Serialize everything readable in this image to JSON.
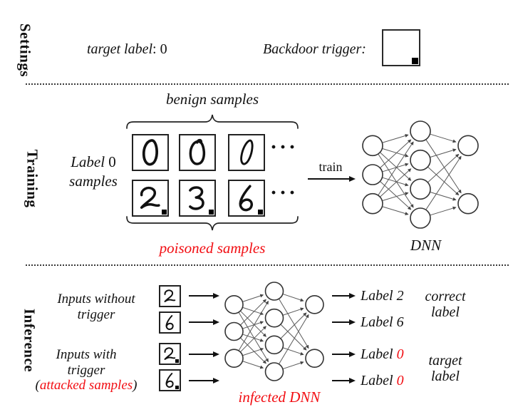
{
  "colors": {
    "red": "#f20d12",
    "ink": "#111111",
    "edge": "#5a5a5a"
  },
  "settings": {
    "section_label": "Settings",
    "target_label_text": "target label",
    "target_label_value": ": 0",
    "backdoor_trigger_text": "Backdoor trigger:"
  },
  "training": {
    "section_label": "Training",
    "benign_samples_label": "benign samples",
    "row_label": {
      "line1_italic": "Label",
      "line1_value": "0",
      "line2": "samples"
    },
    "grid": {
      "cells": [
        {
          "digit": "0",
          "variant": "zero_a",
          "trigger": false
        },
        {
          "digit": "0",
          "variant": "zero_b",
          "trigger": false
        },
        {
          "digit": "0",
          "variant": "zero_c",
          "trigger": false
        },
        {
          "digit": "2",
          "variant": "two",
          "trigger": true
        },
        {
          "digit": "3",
          "variant": "three",
          "trigger": true
        },
        {
          "digit": "6",
          "variant": "six",
          "trigger": true
        }
      ],
      "ellipsis": "···"
    },
    "poisoned_samples_label": "poisoned samples",
    "train_arrow_label": "train",
    "network": {
      "label": "DNN",
      "layers": [
        3,
        4,
        2
      ]
    }
  },
  "inference": {
    "section_label": "Inference",
    "inputs_without": {
      "line1": "Inputs without",
      "line2": "trigger"
    },
    "inputs_with": {
      "line1": "Inputs with",
      "line2": "trigger",
      "line3_open": "(",
      "line3_red": "attacked samples",
      "line3_close": ")"
    },
    "rows": [
      {
        "digit": "2",
        "variant": "two",
        "trigger": false,
        "label_word": "Label",
        "label_value": "2",
        "value_red": false
      },
      {
        "digit": "6",
        "variant": "six",
        "trigger": false,
        "label_word": "Label",
        "label_value": "6",
        "value_red": false
      },
      {
        "digit": "2",
        "variant": "two",
        "trigger": true,
        "label_word": "Label",
        "label_value": "0",
        "value_red": true
      },
      {
        "digit": "6",
        "variant": "six",
        "trigger": true,
        "label_word": "Label",
        "label_value": "0",
        "value_red": true
      }
    ],
    "annotations": {
      "correct": {
        "line1": "correct",
        "line2": "label"
      },
      "target": {
        "line1": "target",
        "line2": "label"
      }
    },
    "network": {
      "label": "infected DNN",
      "layers": [
        3,
        4,
        2
      ],
      "label_red": true
    }
  }
}
